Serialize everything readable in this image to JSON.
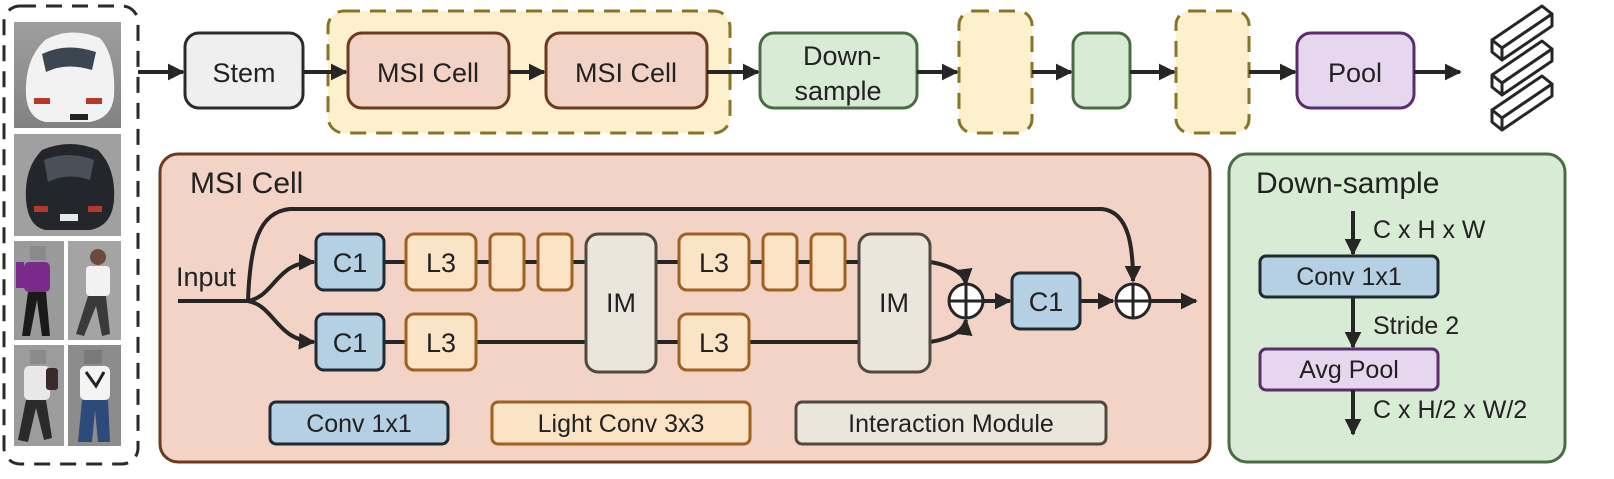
{
  "colors": {
    "stem_fill": "#efefef",
    "stem_stroke": "#2b2b2b",
    "msi_fill": "#f4d3c7",
    "msi_stroke": "#6b3a1f",
    "group_fill": "#fdf0cc",
    "group_stroke": "#8a7325",
    "down_fill": "#d8ebd4",
    "down_stroke": "#4a6b45",
    "pool_fill": "#e6d6ee",
    "pool_stroke": "#5a2d6e",
    "c1_fill": "#b4d0e2",
    "c1_stroke": "#1f2a33",
    "l3_fill": "#fbe4c6",
    "l3_stroke": "#a0601f",
    "im_fill": "#ebe6dc",
    "im_stroke": "#4e4a3f",
    "edge": "#262626"
  },
  "pipeline": {
    "stem": "Stem",
    "msi_cell_1": "MSI Cell",
    "msi_cell_2": "MSI Cell",
    "downsample_line1": "Down-",
    "downsample_line2": "sample",
    "pool": "Pool"
  },
  "msi_panel": {
    "title": "MSI Cell",
    "input_label": "Input",
    "c1_top": "C1",
    "c1_bottom": "C1",
    "l3_top_1": "L3",
    "l3_bottom_1": "L3",
    "im_1": "IM",
    "l3_top_2": "L3",
    "l3_bottom_2": "L3",
    "im_2": "IM",
    "c1_out": "C1"
  },
  "legend": {
    "conv": "Conv 1x1",
    "light_conv": "Light Conv 3x3",
    "interaction": "Interaction Module"
  },
  "downsample_panel": {
    "title": "Down-sample",
    "dim_in": "C x H x W",
    "conv": "Conv 1x1",
    "stride": "Stride 2",
    "pool": "Avg Pool",
    "dim_out": "C x H/2 x W/2"
  },
  "images": {
    "icon_names": [
      "car-white-photo",
      "car-black-photo",
      "pedestrian-photo",
      "pedestrian-photo",
      "pedestrian-photo",
      "pedestrian-photo"
    ]
  },
  "output": {
    "icon_name": "feature-stack-icon"
  }
}
